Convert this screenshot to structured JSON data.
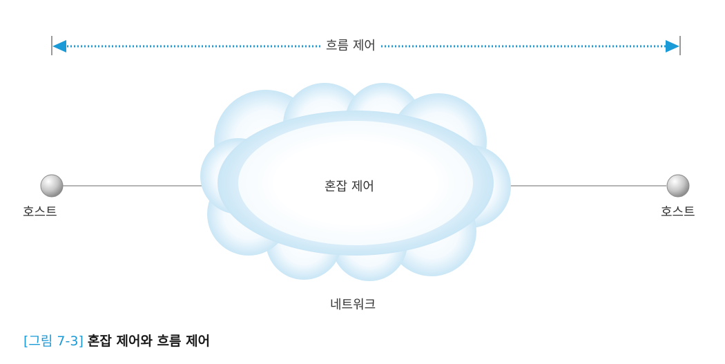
{
  "flow_control_label": "흐름 제어",
  "congestion_control_label": "혼잡 제어",
  "host_left_label": "호스트",
  "host_right_label": "호스트",
  "network_label": "네트워크",
  "caption": {
    "number": "[그림 7-3]",
    "title": "혼잡 제어와 흐름 제어"
  },
  "colors": {
    "arrow": "#1a9ad6",
    "cloud_edge": "#bfe1f4",
    "cloud_center": "#ffffff",
    "node_fill": "#c9c9c9",
    "link": "#888888"
  }
}
